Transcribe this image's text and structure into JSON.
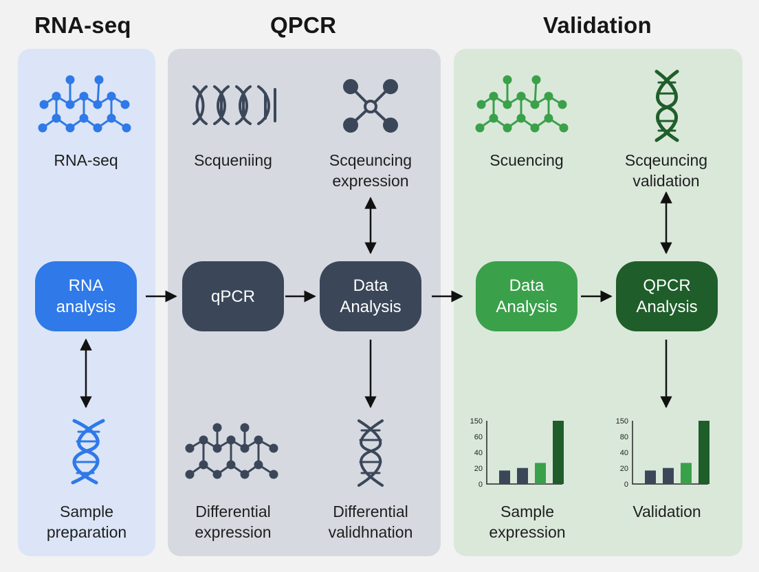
{
  "headers": {
    "col1": "RNA-seq",
    "col2": "QPCR",
    "col3": "Validation"
  },
  "labels": {
    "rnaseq_top": "RNA-seq",
    "sequencing_1": "Scqueniing",
    "sequencing_expr_1": "Scqeuncing",
    "sequencing_expr_2": "expression",
    "scuencing": "Scuencing",
    "seq_validation_1": "Scqeuncing",
    "seq_validation_2": "validation",
    "sample_prep_1": "Sample",
    "sample_prep_2": "preparation",
    "diff_expr_1": "Differential",
    "diff_expr_2": "expression",
    "diff_val_1": "Differential",
    "diff_val_2": "validhnation",
    "sample_expr_1": "Sample",
    "sample_expr_2": "expression",
    "validation_bottom": "Validation"
  },
  "nodes": {
    "rna_analysis_1": "RNA",
    "rna_analysis_2": "analysis",
    "qpcr": "qPCR",
    "data_analysis_1": "Data",
    "data_analysis_2": "Analysis",
    "data_analysis_green_1": "Data",
    "data_analysis_green_2": "Analysis",
    "qpcr_analysis_1": "QPCR",
    "qpcr_analysis_2": "Analysis"
  },
  "colors": {
    "blue": "#2f79e8",
    "navy": "#3b4759",
    "green": "#3aa04a",
    "dark_green": "#1f5e2a",
    "panel_blue": "#dbe5f7",
    "panel_gray": "#d6d9e0",
    "panel_green": "#dae8da"
  },
  "icons": [
    "molecule-icon",
    "dna-helix-icon",
    "network-icon",
    "bar-chart-icon"
  ],
  "chart_data": [
    {
      "type": "bar",
      "yticks": [
        "150",
        "60",
        "40",
        "20",
        "0"
      ],
      "values": [
        32,
        38,
        50,
        150
      ],
      "ylim": [
        0,
        150
      ]
    },
    {
      "type": "bar",
      "yticks": [
        "150",
        "80",
        "40",
        "20",
        "0"
      ],
      "values": [
        32,
        38,
        50,
        150
      ],
      "ylim": [
        0,
        150
      ]
    }
  ]
}
